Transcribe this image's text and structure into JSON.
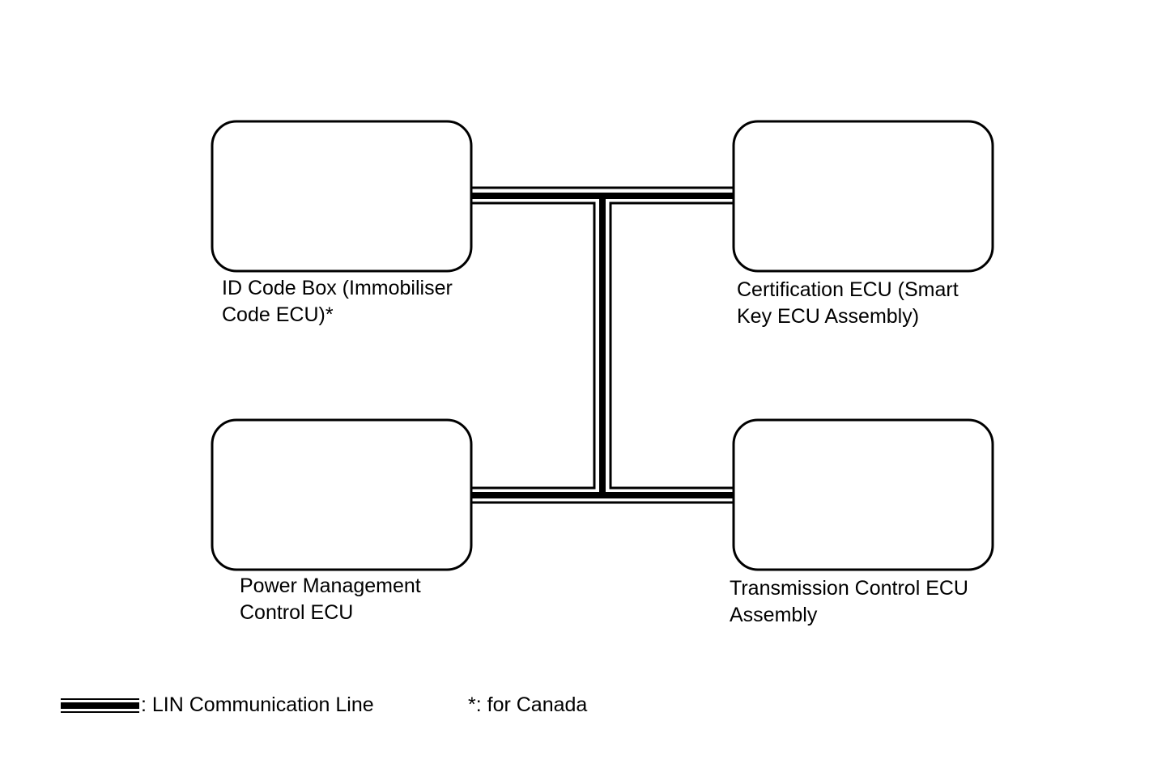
{
  "boxes": [
    {
      "id": "id-code-box",
      "lines": [
        "ID Code Box (Immobiliser",
        "Code ECU)*"
      ]
    },
    {
      "id": "certification-ecu",
      "lines": [
        "Certification ECU (Smart",
        "Key ECU Assembly)"
      ]
    },
    {
      "id": "power-management-ecu",
      "lines": [
        "Power Management",
        "Control ECU"
      ]
    },
    {
      "id": "transmission-control-ecu",
      "lines": [
        "Transmission Control ECU",
        "Assembly"
      ]
    }
  ],
  "legend": {
    "lin_line_label": ": LIN Communication Line",
    "footnote": "*: for Canada"
  },
  "colors": {
    "stroke": "#000000",
    "background": "#ffffff"
  }
}
